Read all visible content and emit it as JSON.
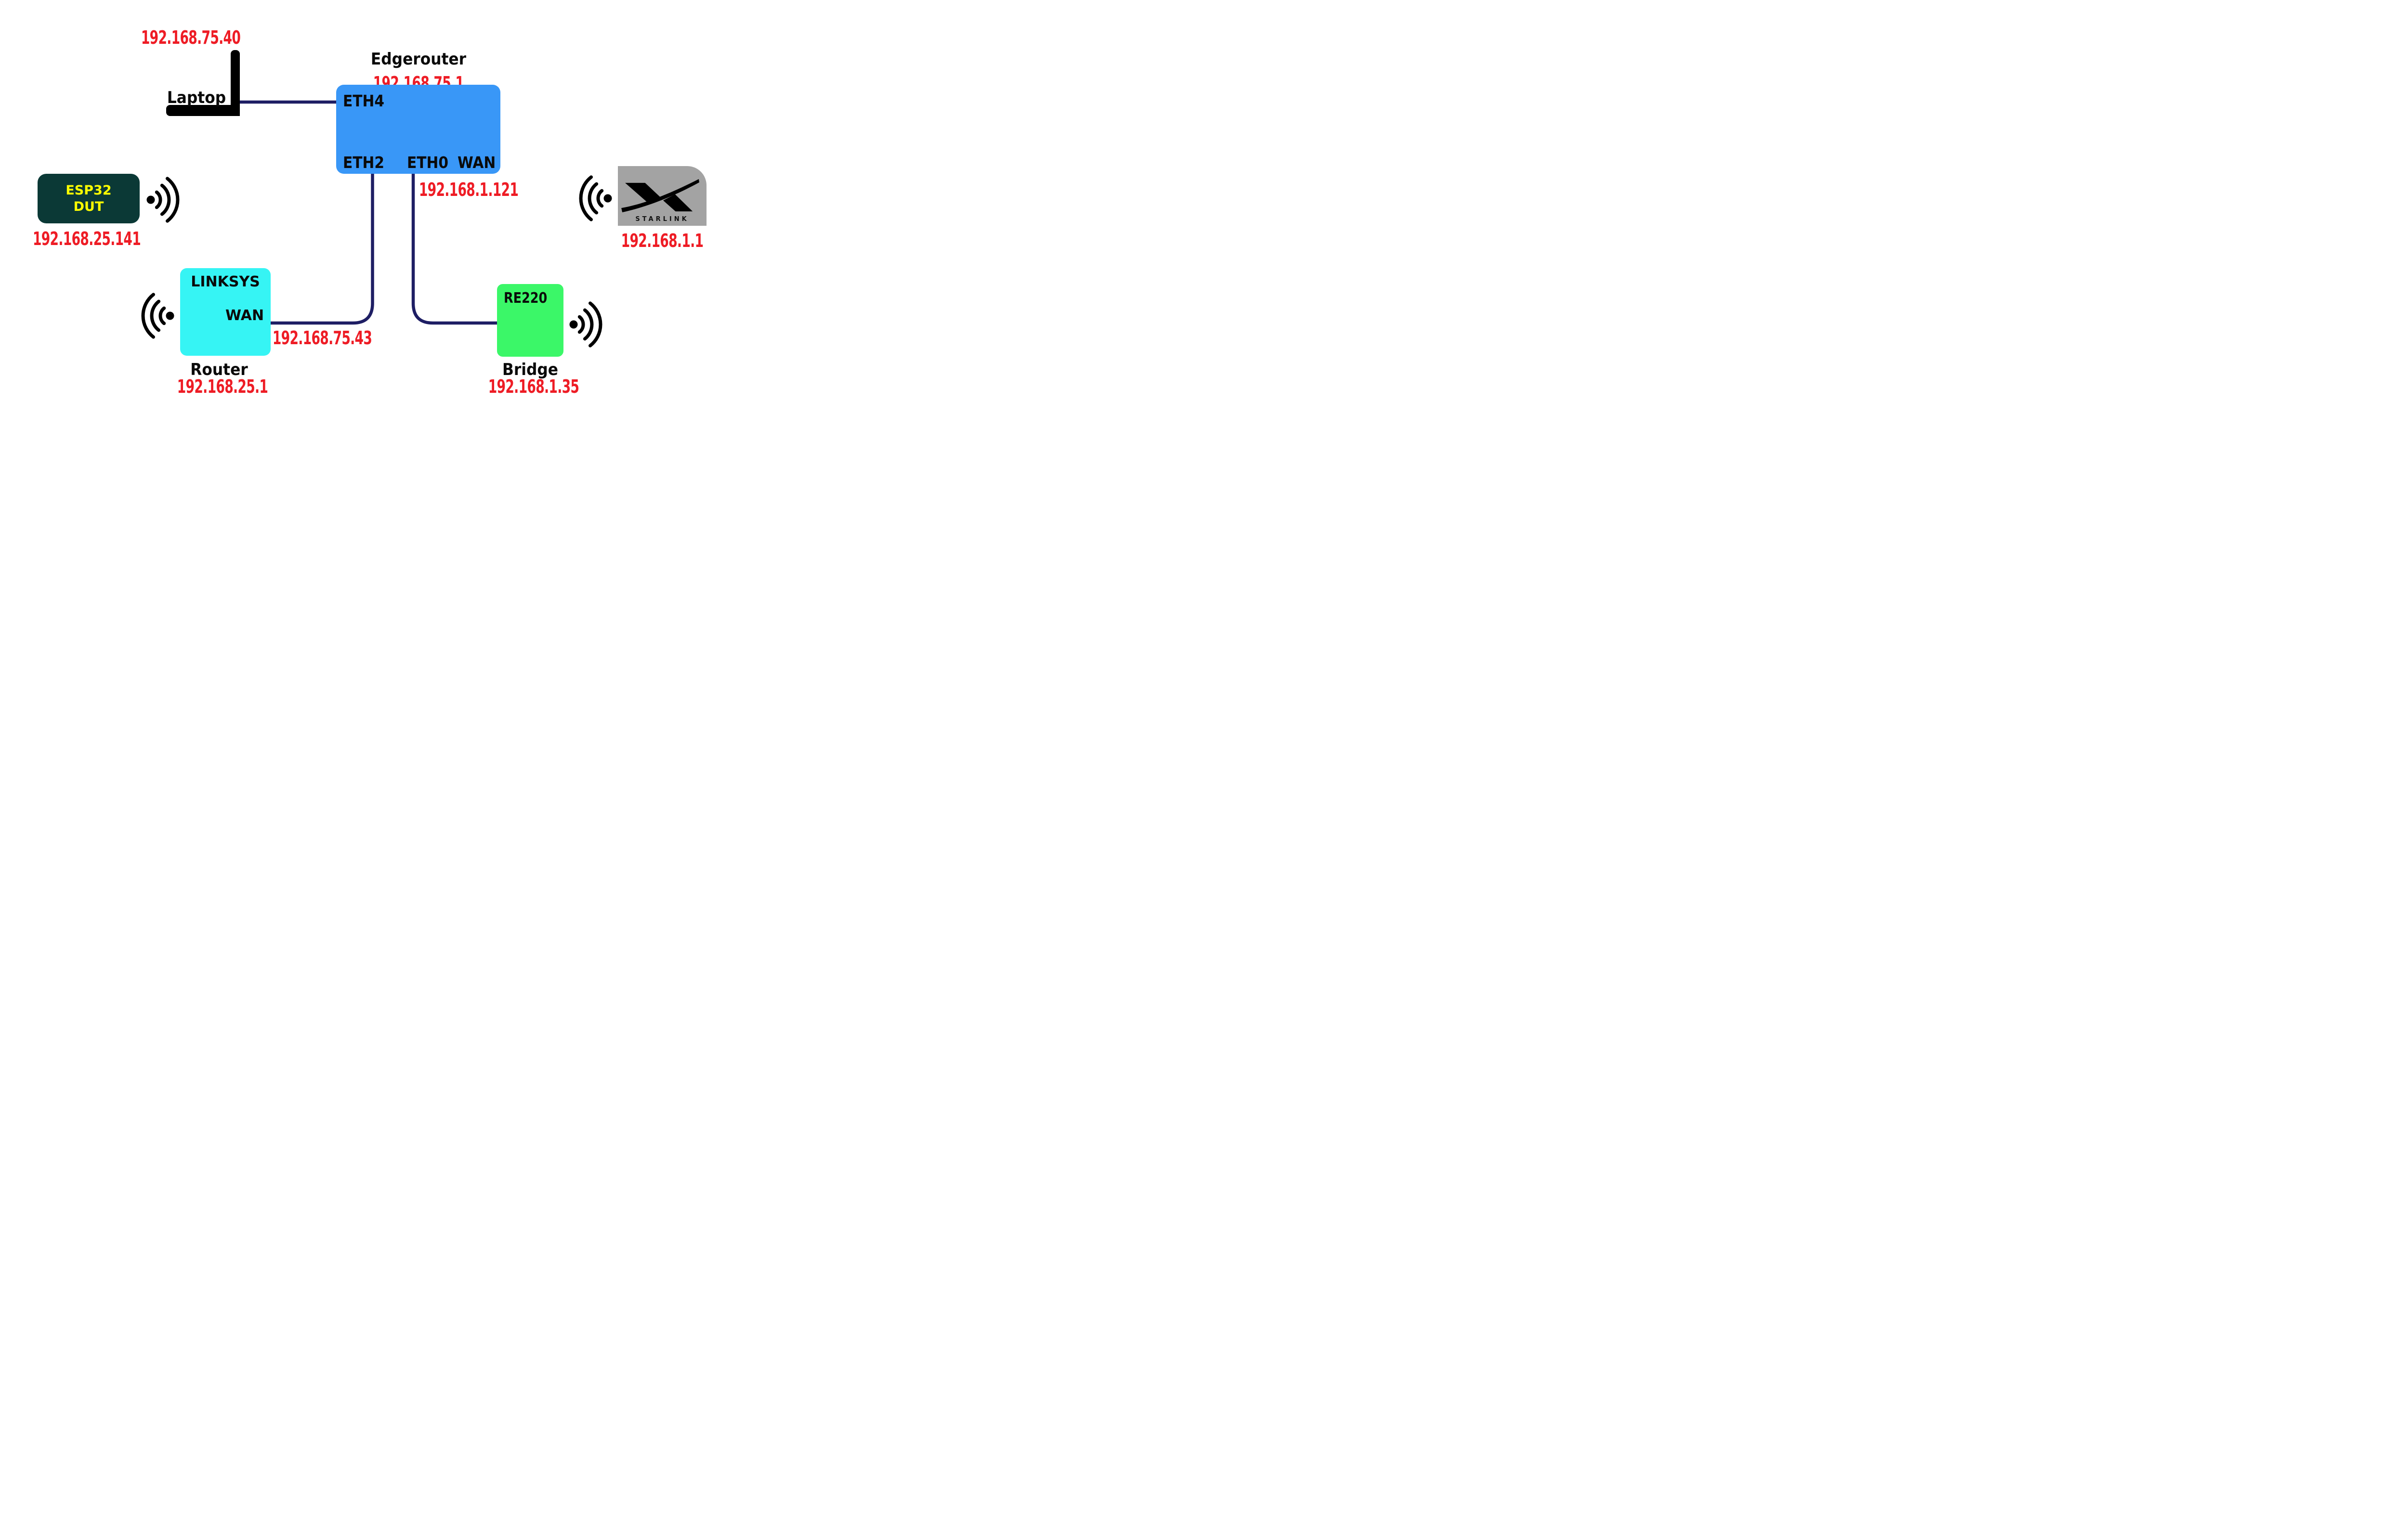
{
  "theme": {
    "background": "#ffffff",
    "label_black": "#0a0a0a",
    "ip_red": "#ee1c25",
    "wire_navy": "#1e1e64",
    "edgerouter_blue": "#3997f7",
    "linksys_cyan": "#36f4f4",
    "re220_green": "#3bf768",
    "esp32_teal": "#0b3936",
    "esp32_yellow": "#ffff00",
    "starlink_gray": "#a3a3a3"
  },
  "nodes": {
    "laptop": {
      "label": "Laptop",
      "ip": "192.168.75.40"
    },
    "edgerouter": {
      "label": "Edgerouter",
      "ip": "192.168.75.1",
      "port_eth4": "ETH4",
      "port_eth2": "ETH2",
      "port_eth0": "ETH0",
      "port_wan": "WAN",
      "wan_ip": "192.168.1.121"
    },
    "esp32": {
      "name_line1": "ESP32",
      "name_line2": "DUT",
      "ip": "192.168.25.141"
    },
    "starlink": {
      "wordmark": "STARLINK",
      "ip": "192.168.1.1"
    },
    "linksys": {
      "label": "LINKSYS",
      "port_wan": "WAN",
      "link_ip": "192.168.75.43",
      "role": "Router",
      "ip": "192.168.25.1"
    },
    "re220": {
      "label": "RE220",
      "role": "Bridge",
      "ip": "192.168.1.35"
    }
  }
}
